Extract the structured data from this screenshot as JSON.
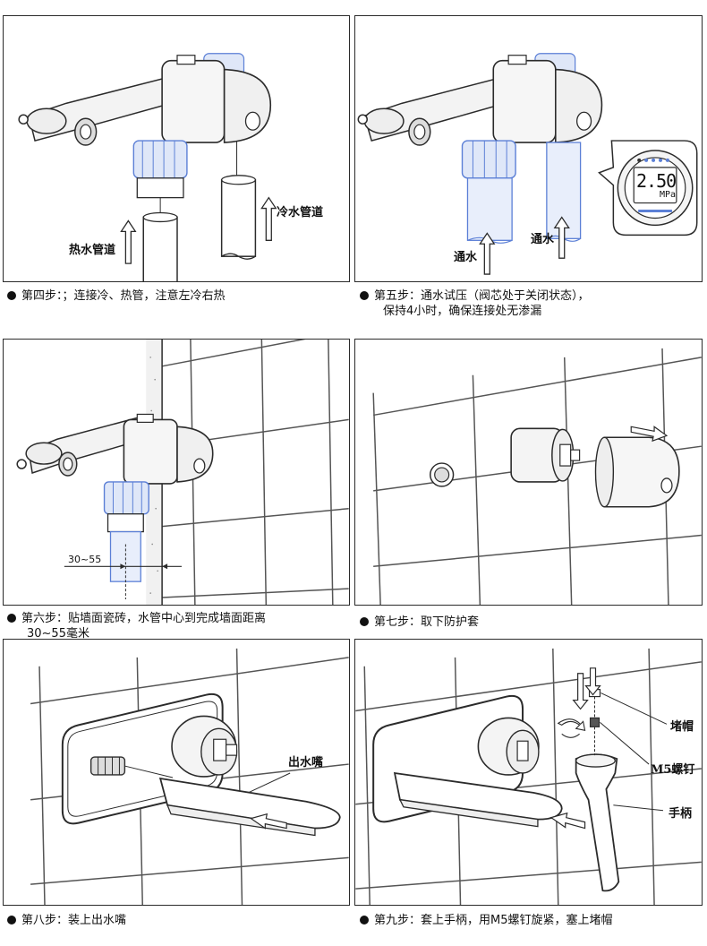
{
  "steps": [
    {
      "caption": "第四步：；连接冷、热管，注意左冷右热",
      "labels": {
        "hot": "热水管道",
        "cold": "冷水管道"
      }
    },
    {
      "caption_line1": "第五步：通水试压（阀芯处于关闭状态），",
      "caption_line2": "保持4小时，确保连接处无渗漏",
      "labels": {
        "water_left": "通水",
        "water_right": "通水"
      },
      "gauge": {
        "value": "2.50",
        "unit": "MPa"
      }
    },
    {
      "caption_line1": "第六步：贴墙面瓷砖，水管中心到完成墙面距离",
      "caption_line2": "30~55毫米",
      "labels": {
        "distance": "30~55"
      }
    },
    {
      "caption": "第七步：取下防护套"
    },
    {
      "caption": "第八步：装上出水嘴",
      "labels": {
        "spout": "出水嘴"
      }
    },
    {
      "caption": "第九步：套上手柄，用M5螺钉旋紧，塞上堵帽",
      "labels": {
        "cap": "堵帽",
        "screw": "M5螺钉",
        "handle": "手柄"
      }
    }
  ],
  "icons": {
    "bullet": "bullet-dot-icon",
    "arrow_up": "arrow-up-icon",
    "arrow_right": "arrow-right-icon",
    "arrow_left": "arrow-left-icon",
    "rotate": "rotate-icon"
  },
  "colors": {
    "line": "#2b2b2b",
    "accent_blue": "#5b7fd6",
    "light_blue": "#c9d6f2",
    "grid": "#555555"
  }
}
